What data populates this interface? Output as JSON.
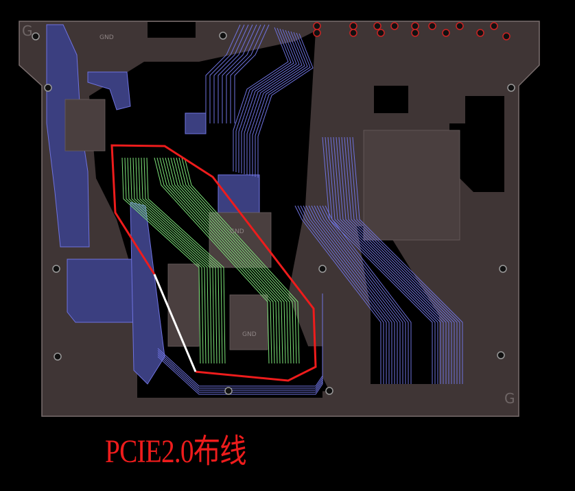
{
  "caption": "PCIE2.0布线",
  "labels": {
    "gnd_top": "GND",
    "gnd_mid": "GND",
    "gnd_center": "GND",
    "corner_top_left": "G",
    "corner_bottom_right": "G"
  },
  "colors": {
    "background": "#000000",
    "board": "#3f3535",
    "board_edge": "#7a6e6e",
    "plane_blue": "#3b3f80",
    "trace_blue": "#6f73e0",
    "trace_green": "#7ee67a",
    "highlight_outline": "#ee1c1c",
    "highlight_line": "#ffffff",
    "caption": "#ee1c1c"
  }
}
